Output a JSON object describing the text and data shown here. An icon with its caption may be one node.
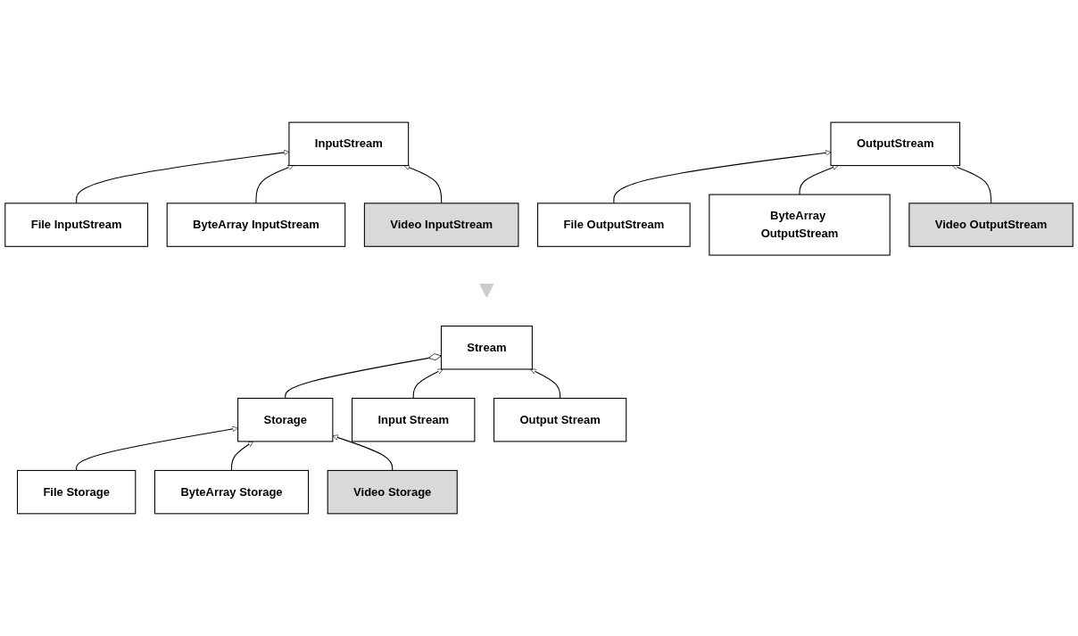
{
  "diagram": {
    "nodes": [
      {
        "text": [
          "InputStream"
        ]
      },
      {
        "text": [
          "File InputStream"
        ]
      },
      {
        "text": [
          "ByteArray InputStream"
        ]
      },
      {
        "text": [
          "Video InputStream"
        ]
      },
      {
        "text": [
          "OutputStream"
        ]
      },
      {
        "text": [
          "File OutputStream"
        ]
      },
      {
        "text": [
          "ByteArray OutputStream"
        ]
      },
      {
        "text": [
          "Video OutputStream"
        ]
      },
      {
        "text": [],
        "shape": "arrow"
      },
      {
        "text": [
          "Stream"
        ]
      },
      {
        "text": [
          "Storage"
        ]
      },
      {
        "text": [
          "Input Stream"
        ]
      },
      {
        "text": [
          "Output Stream"
        ]
      },
      {
        "text": [
          "File Storage"
        ]
      },
      {
        "text": [
          "ByteArray Storage"
        ]
      },
      {
        "text": [
          "Video Storage"
        ]
      }
    ],
    "edges": [
      {
        "from": 1,
        "to": 0,
        "arrow": "to"
      },
      {
        "from": 2,
        "to": 0,
        "arrow": "to"
      },
      {
        "from": 3,
        "to": 0,
        "arrow": "to"
      },
      {
        "from": 5,
        "to": 4,
        "arrow": "to"
      },
      {
        "from": 6,
        "to": 4,
        "arrow": "to"
      },
      {
        "from": 7,
        "to": 4,
        "arrow": "to"
      },
      {
        "from": 10,
        "to": 9,
        "arrow": "other"
      },
      {
        "from": 11,
        "to": 9,
        "arrow": "to"
      },
      {
        "from": 12,
        "to": 9,
        "arrow": "to"
      },
      {
        "from": 13,
        "to": 10,
        "arrow": "to"
      },
      {
        "from": 14,
        "to": 10,
        "arrow": "to"
      },
      {
        "from": 15,
        "to": 10,
        "arrow": "to"
      }
    ]
  }
}
